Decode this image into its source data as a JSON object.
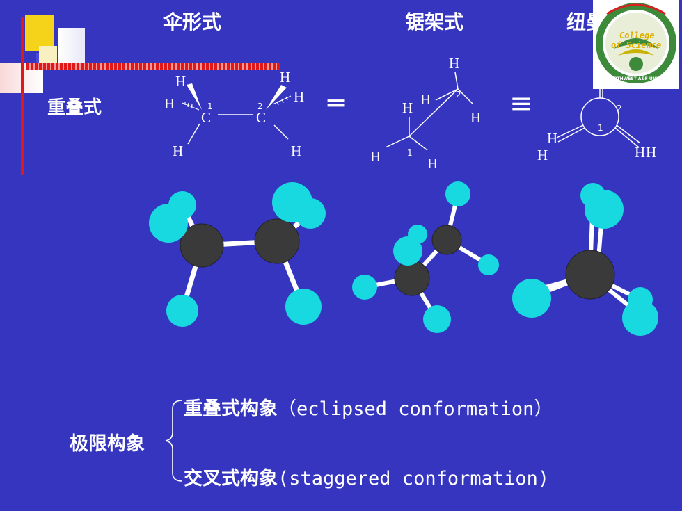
{
  "header": {
    "umbrella": "伞形式",
    "sawhorse": "锯架式",
    "newman": "纽曼式"
  },
  "left_label": "重叠式",
  "formula_labels": {
    "H": "H",
    "C": "C",
    "n1": "1",
    "n2": "2"
  },
  "equiv_signs": [
    "═",
    "≡"
  ],
  "logo": {
    "line1": "College",
    "line2": "of Science",
    "ring_text": "NORTHWEST A&F UNIVERSITY",
    "colors": {
      "green": "#3d8a3a",
      "gold": "#c8b400",
      "red": "#d82020"
    }
  },
  "bottom": {
    "group_label": "极限构象",
    "item1_cn": "重叠式构象",
    "item1_en": "（eclipsed conformation）",
    "item2_cn": "交叉式构象",
    "item2_en": "(staggered conformation)"
  },
  "colors": {
    "background": "#3535c0",
    "hydrogen": "#19d9e0",
    "carbon": "#3a3a3a",
    "accent_red": "#e01818",
    "accent_yellow": "#f5d31a"
  }
}
